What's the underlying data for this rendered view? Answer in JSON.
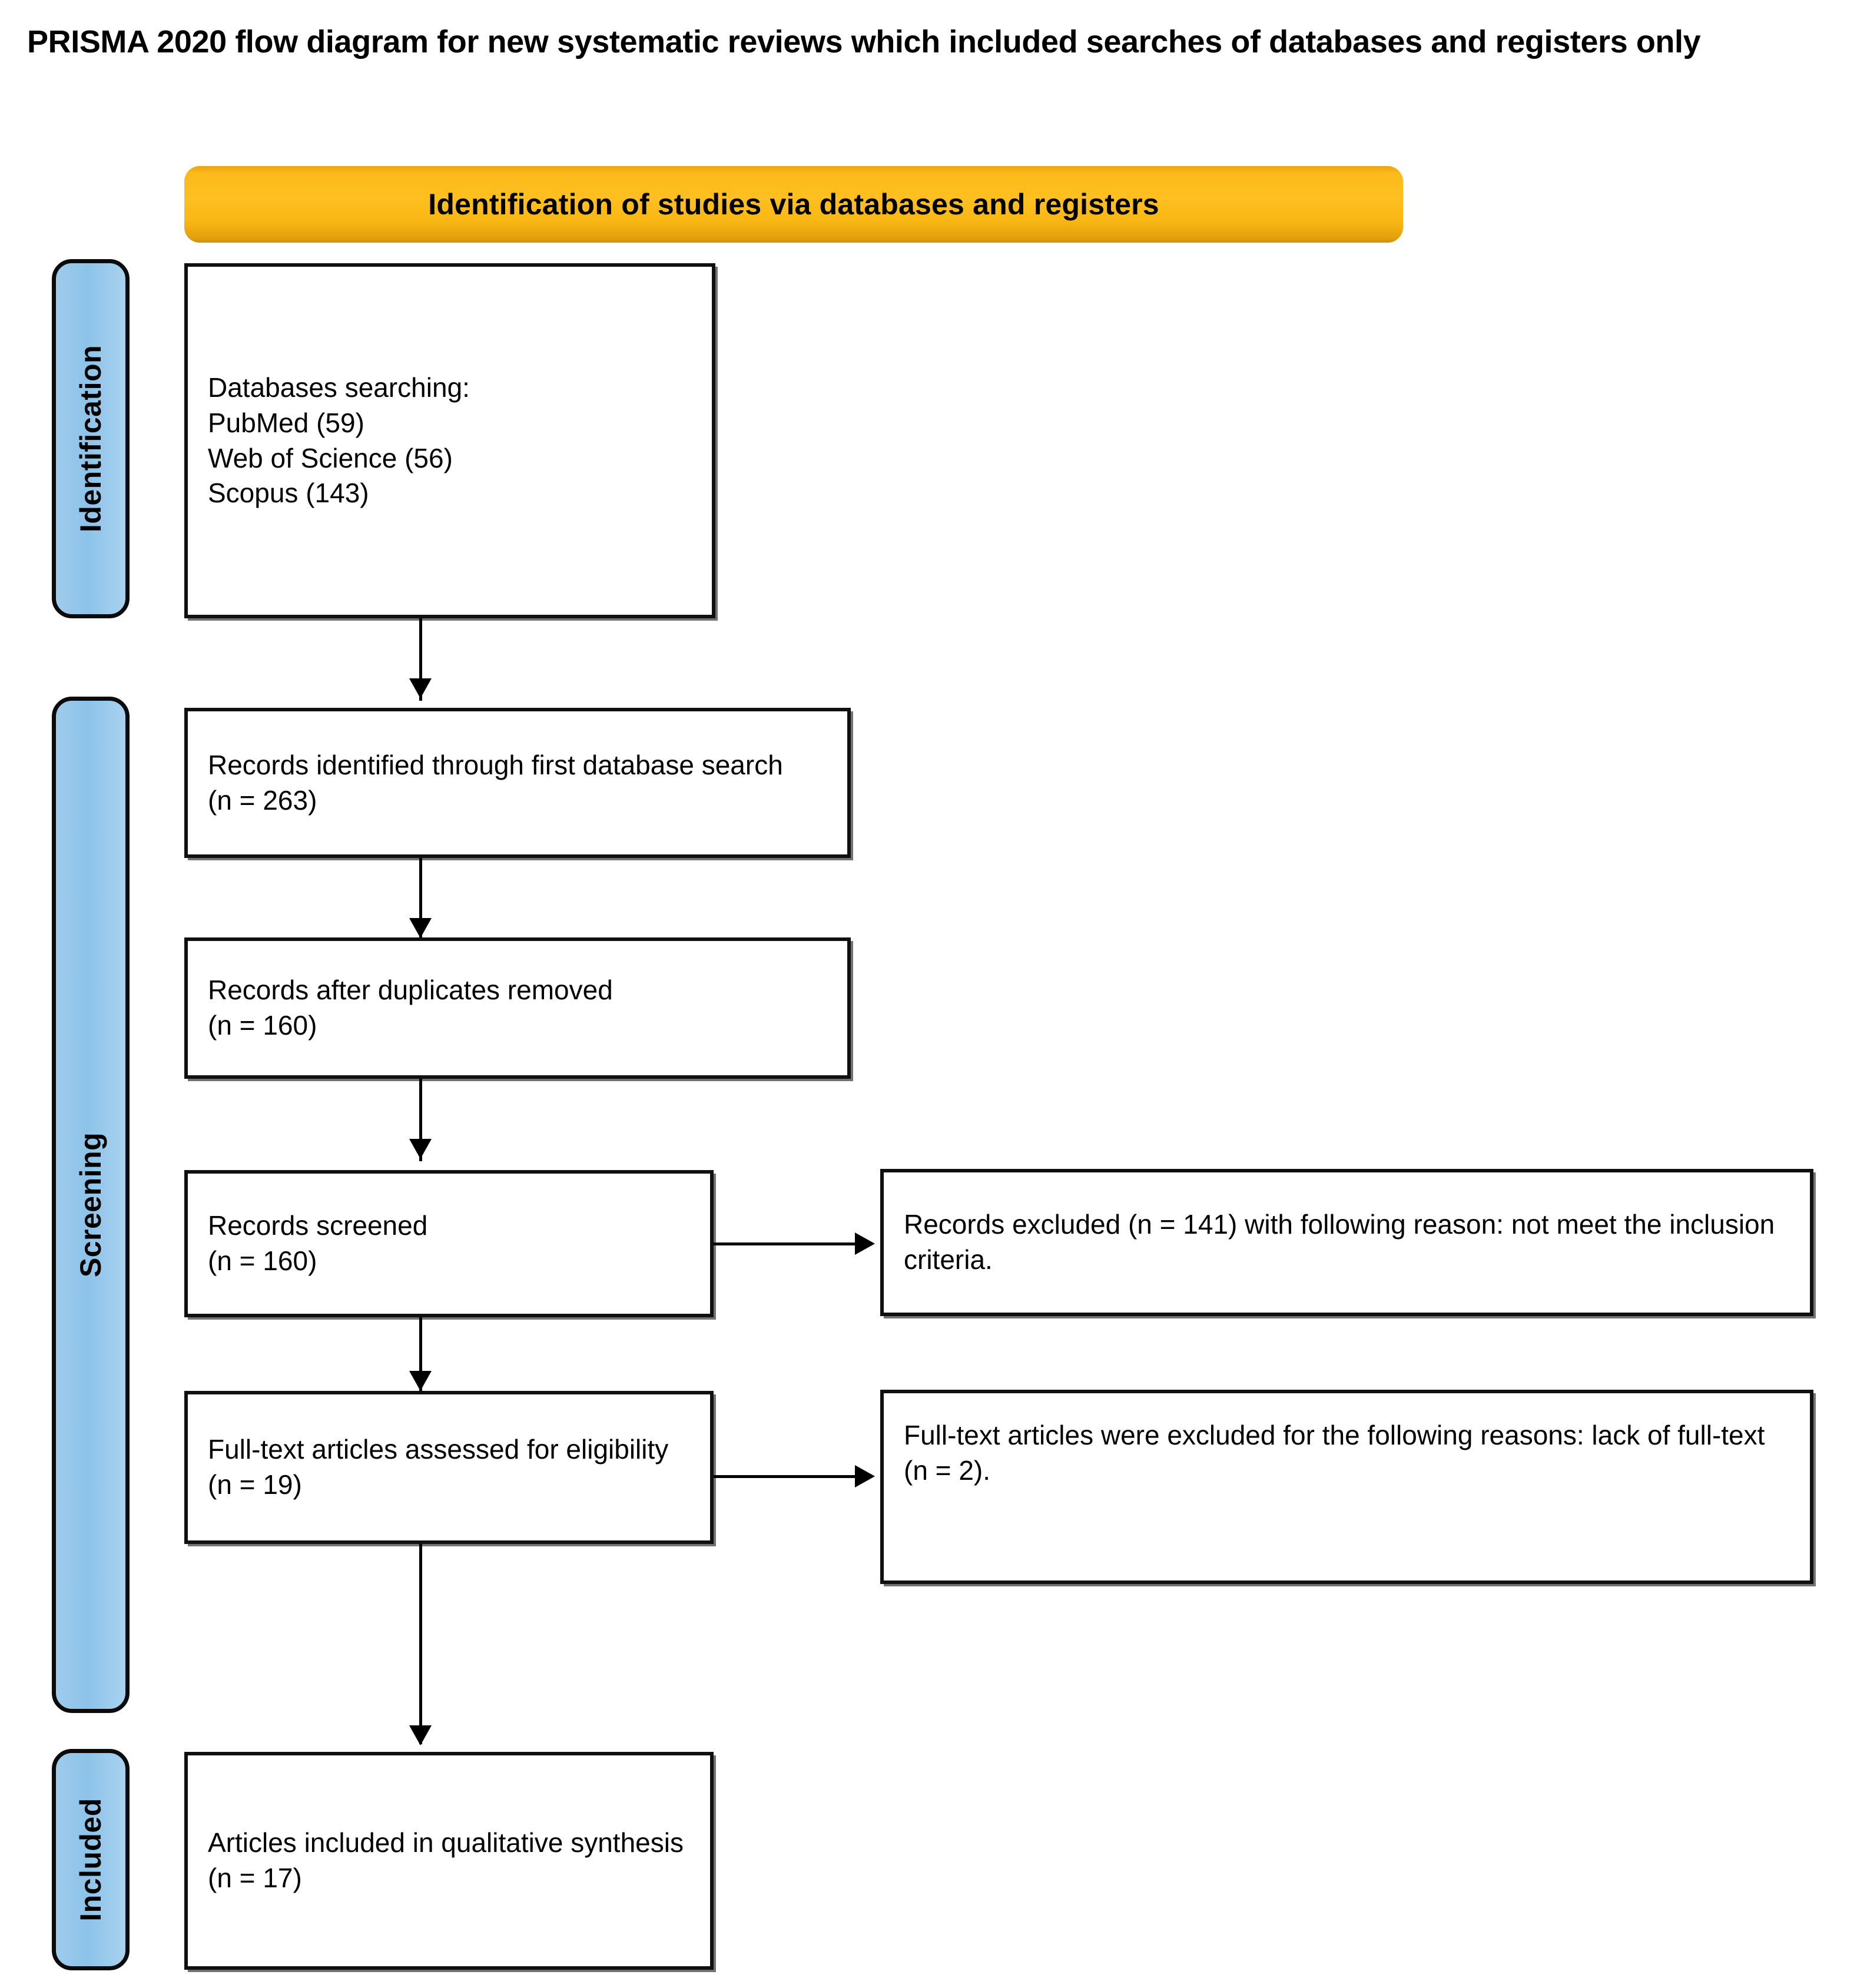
{
  "title": "PRISMA 2020 flow diagram for new systematic reviews which included searches of databases and registers only",
  "banner": {
    "label": "Identification of studies via databases and registers",
    "color": "#fbb713"
  },
  "stages": {
    "color": "#8ec5e9",
    "identification": "Identification",
    "screening": "Screening",
    "included": "Included"
  },
  "boxes": {
    "databases_searching": "Databases searching:\nPubMed (59)\nWeb of Science (56)\nScopus (143)",
    "records_identified": "Records identified through first database search\n(n = 263)",
    "records_after_duplicates": "Records after duplicates removed\n(n = 160)",
    "records_screened": "Records screened\n(n = 160)",
    "records_excluded": "Records excluded (n = 141) with following reason: not meet the inclusion criteria.",
    "fulltext_assessed": "Full-text articles assessed for eligibility\n(n = 19)",
    "fulltext_excluded": "Full-text articles were excluded for the following reasons: lack of full-text (n = 2).",
    "articles_included": "Articles included in qualitative synthesis (n = 17)"
  },
  "counts": {
    "pubmed": 59,
    "web_of_science": 56,
    "scopus": 143,
    "records_identified": 263,
    "records_after_duplicates": 160,
    "records_screened": 160,
    "records_excluded": 141,
    "fulltext_assessed": 19,
    "fulltext_excluded": 2,
    "articles_included": 17
  }
}
